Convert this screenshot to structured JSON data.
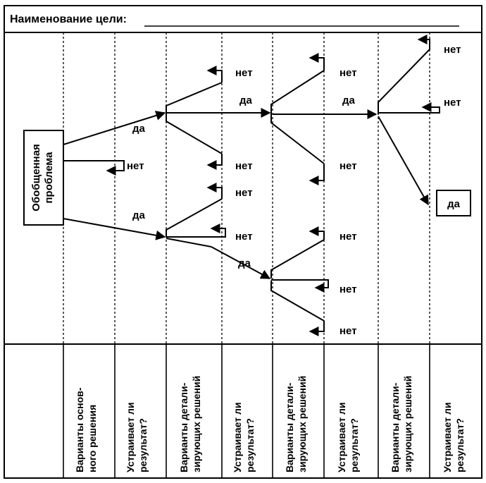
{
  "title": "Наименование цели:",
  "problem_box": {
    "line1": "Обобщенная",
    "line2": "проблема"
  },
  "answers": {
    "yes": "да",
    "no": "нет"
  },
  "columns": [
    {
      "line1": "Варианты основ-",
      "line2": "ного решения"
    },
    {
      "line1": "Устраивает ли",
      "line2": "результат?"
    },
    {
      "line1": "Варианты детали-",
      "line2": "зирующих решений"
    },
    {
      "line1": "Устраивает ли",
      "line2": "результат?"
    },
    {
      "line1": "Варианты детали-",
      "line2": "зирующих решений"
    },
    {
      "line1": "Устраивает ли",
      "line2": "результат?"
    },
    {
      "line1": "Варианты детали-",
      "line2": "зирующих решений"
    },
    {
      "line1": "Устраивает ли",
      "line2": "результат?"
    }
  ]
}
